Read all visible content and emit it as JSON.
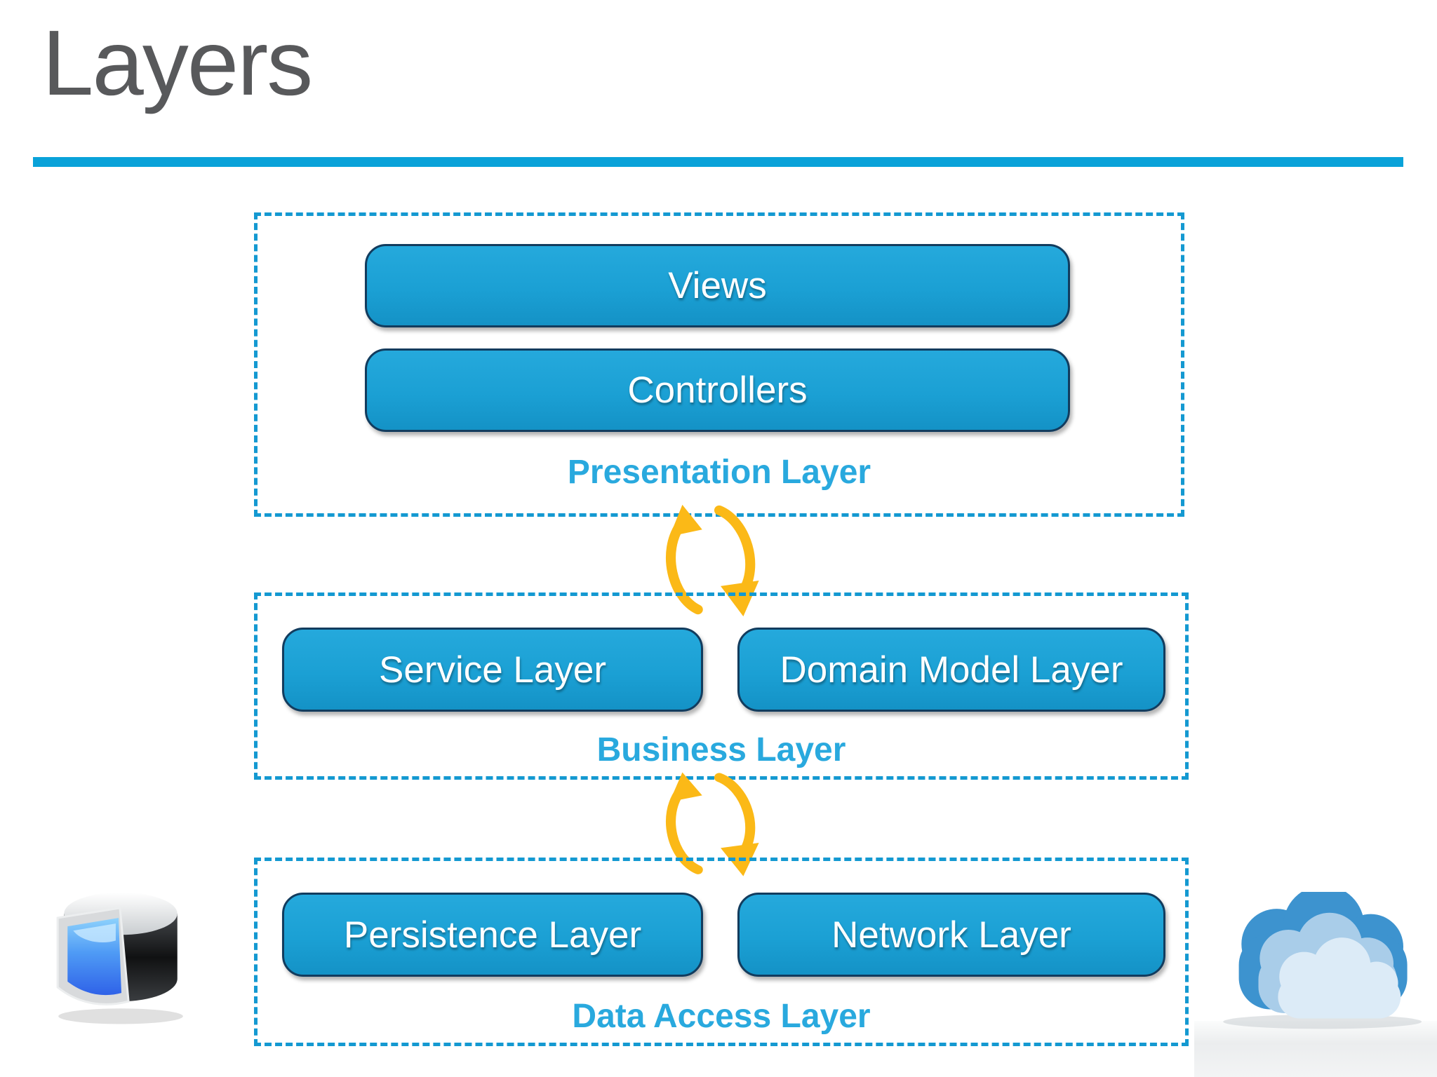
{
  "slide": {
    "title": "Layers"
  },
  "colors": {
    "title_text": "#58595B",
    "title_rule": "#09A2D9",
    "dashed_border": "#1499D1",
    "pill_fill_top": "#25A9DC",
    "pill_fill_bottom": "#1492C6",
    "pill_border": "#123C5E",
    "pill_text": "#FFFFFF",
    "layer_caption": "#29A9DE",
    "cycle_arrow": "#FBB917",
    "cloud_back": "#3D93CF",
    "cloud_mid": "#A9CDE9",
    "cloud_front": "#DCEBF7"
  },
  "layers": [
    {
      "label": "Presentation Layer",
      "boxes": [
        "Views",
        "Controllers"
      ]
    },
    {
      "label": "Business Layer",
      "boxes": [
        "Service Layer",
        "Domain Model Layer"
      ]
    },
    {
      "label": "Data Access Layer",
      "boxes": [
        "Persistence Layer",
        "Network Layer"
      ]
    }
  ],
  "icons": {
    "cycle_arrows": "sync-cycle-icon",
    "database": "database-icon",
    "cloud": "cloud-icon"
  }
}
